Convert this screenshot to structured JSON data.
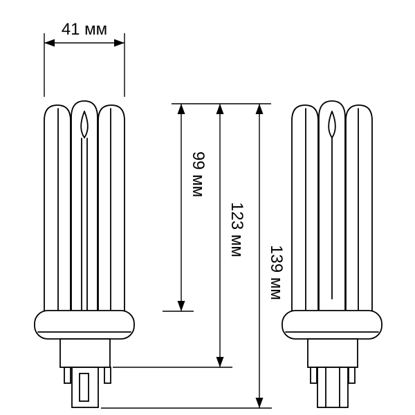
{
  "diagram": {
    "kind": "compact fluorescent lamp dimension drawing",
    "width_dim": {
      "label": "41 мм",
      "value": "41"
    },
    "vertical_dims": [
      {
        "id": "dim-99",
        "label": "99 мм",
        "value": "99"
      },
      {
        "id": "dim-123",
        "label": "123 мм",
        "value": "123"
      },
      {
        "id": "dim-139",
        "label": "139 мм",
        "value": "139"
      }
    ]
  }
}
